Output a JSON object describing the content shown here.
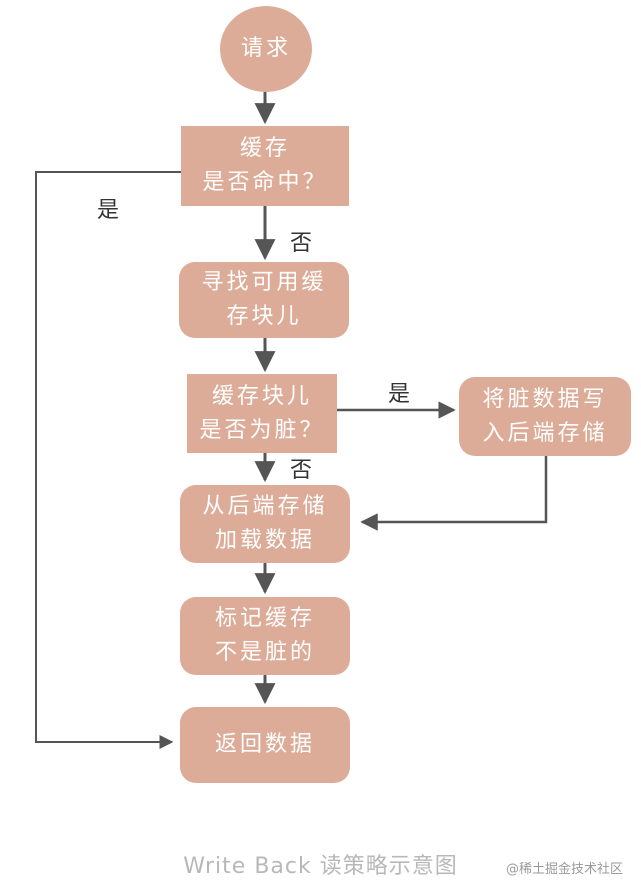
{
  "nodes": {
    "request": "请求",
    "cache_hit": "缓存\n是否命中？",
    "find_block": "寻找可用缓\n存块儿",
    "block_dirty": "缓存块儿\n是否为脏？",
    "write_backend": "将脏数据写\n入后端存储",
    "load_backend": "从后端存储\n加载数据",
    "mark_clean": "标记缓存\n不是脏的",
    "return_data": "返回数据"
  },
  "labels": {
    "hit_yes": "是",
    "hit_no": "否",
    "dirty_yes": "是",
    "dirty_no": "否"
  },
  "caption": "Write Back 读策略示意图",
  "watermark": "@稀土掘金技术社区",
  "colors": {
    "node_fill": "#dcac98",
    "node_text": "#ffffff",
    "edge": "#555555"
  }
}
